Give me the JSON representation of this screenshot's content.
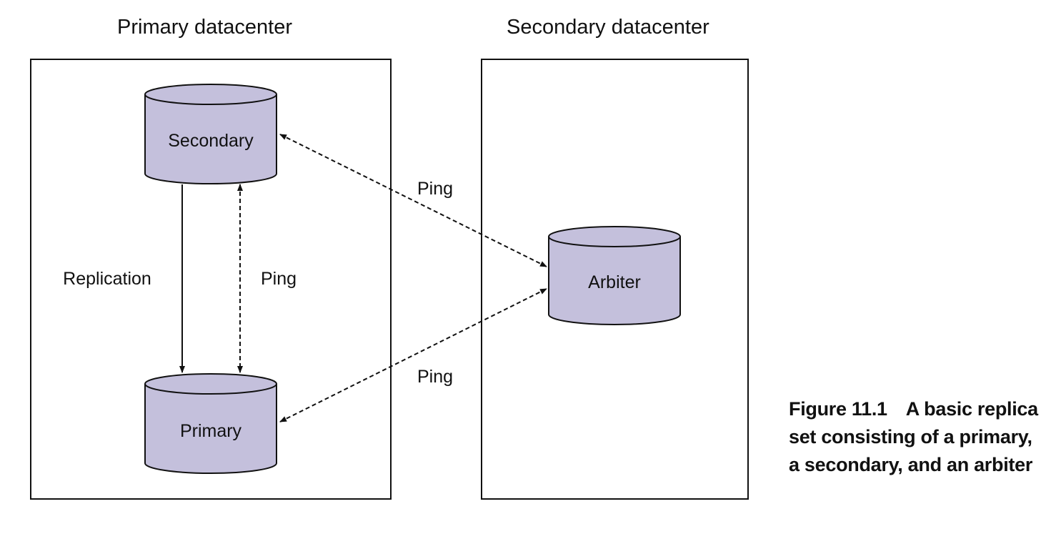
{
  "datacenters": {
    "primary_title": "Primary datacenter",
    "secondary_title": "Secondary datacenter"
  },
  "nodes": {
    "secondary": "Secondary",
    "primary": "Primary",
    "arbiter": "Arbiter"
  },
  "edges": {
    "replication": "Replication",
    "ping_internal": "Ping",
    "ping_secondary_arbiter": "Ping",
    "ping_primary_arbiter": "Ping"
  },
  "caption": {
    "number": "Figure 11.1",
    "text": "A basic replica set consisting of a primary, a secondary, and an arbiter"
  },
  "colors": {
    "node_fill": "#c4c0dc",
    "stroke": "#111111"
  }
}
